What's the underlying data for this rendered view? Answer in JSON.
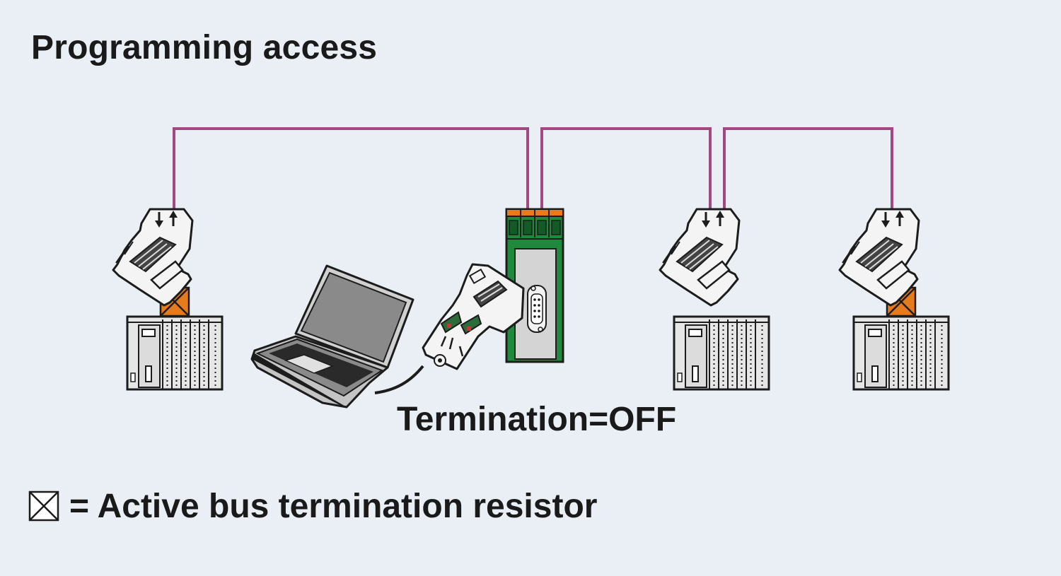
{
  "diagram": {
    "title": "Programming access",
    "termination_label": "Termination=OFF",
    "legend": {
      "symbol_icon": "crossed-box-icon",
      "text": "= Active bus termination resistor"
    },
    "colors": {
      "background": "#e9eff5",
      "bus_cable": "#a2477f",
      "terminator": "#e57b1c",
      "repeater_body": "#1f8a3c",
      "repeater_terminals": "#e57b1c"
    },
    "nodes": [
      {
        "id": "plc-1",
        "bus_termination": "on"
      },
      {
        "id": "programming-device",
        "bus_termination": "off"
      },
      {
        "id": "plc-2",
        "bus_termination": "off"
      },
      {
        "id": "plc-3",
        "bus_termination": "on"
      }
    ]
  }
}
